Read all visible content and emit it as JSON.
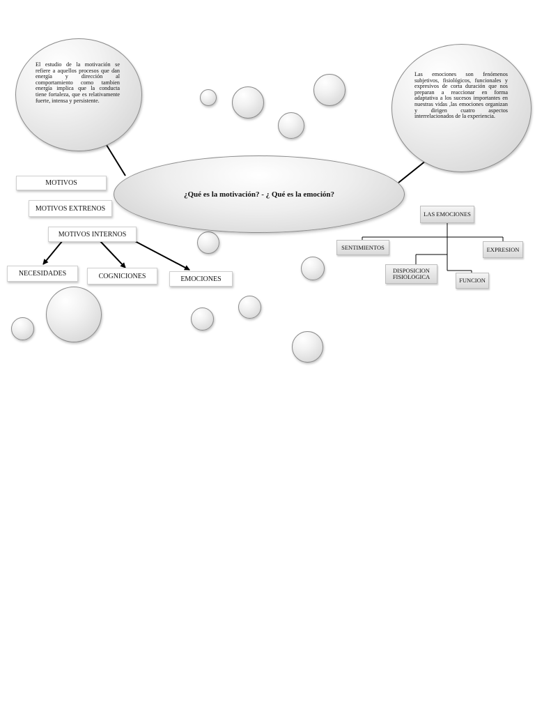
{
  "central_question": "¿Qué es la motivación? - ¿ Qué es la emoción?",
  "motivation_definition": "El estudio de la motivación se refiere a aquellos procesos que dan energía y dirección al comportamiento como tambien energía implica que la conducta tiene fortaleza, que es relativamente fuerte, intensa y persistente.",
  "emotion_definition": "Las emociones son fenómenos subjetivos, fisiológicos, funcionales y expresivos de corta duración que nos preparan a reaccionar en forma adaptativa a los sucesos importantes en nuestras vidas ,las emociones organizan y dirigen cuatro aspectos interrelacionados de la experiencia.",
  "motives": {
    "motivos": "MOTIVOS",
    "extrenos": "MOTIVOS EXTRENOS",
    "internos": "MOTIVOS INTERNOS",
    "children": [
      "NECESIDADES",
      "COGNICIONES",
      "EMOCIONES"
    ]
  },
  "emotions_tree": {
    "root": "LAS EMOCIONES",
    "children": [
      "SENTIMIENTOS",
      "DISPOSICION FISIOLOGICA",
      "FUNCION",
      "EXPRESION"
    ]
  }
}
